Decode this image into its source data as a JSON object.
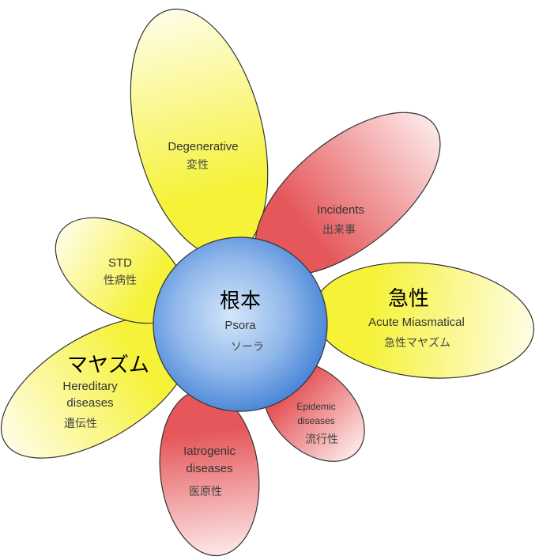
{
  "center": {
    "title_jp": "根本",
    "title_en": "Psora",
    "subtitle_jp": "ソーラ"
  },
  "petals": [
    {
      "id": "degenerative",
      "en": [
        "Degenerative"
      ],
      "jp": "変性",
      "color": "yellow"
    },
    {
      "id": "incidents",
      "en": [
        "Incidents"
      ],
      "jp": "出来事",
      "color": "red"
    },
    {
      "id": "acute",
      "heading_jp": "急性",
      "en": [
        "Acute Miasmatical"
      ],
      "jp": "急性マヤズム",
      "color": "yellow"
    },
    {
      "id": "epidemic",
      "en": [
        "Epidemic",
        "diseases"
      ],
      "jp": "流行性",
      "color": "red"
    },
    {
      "id": "iatrogenic",
      "en": [
        "Iatrogenic",
        "diseases"
      ],
      "jp": "医原性",
      "color": "red"
    },
    {
      "id": "hereditary",
      "heading_jp": "マヤズム",
      "en": [
        "Hereditary",
        "diseases"
      ],
      "jp": "遺伝性",
      "color": "yellow"
    },
    {
      "id": "std",
      "en": [
        "STD"
      ],
      "jp": "性病性",
      "color": "yellow"
    }
  ],
  "colors": {
    "yellow": "#f5f238",
    "yellow_light": "#fffde6",
    "red": "#e5575a",
    "red_light": "#fde8e8",
    "blue": "#3f7fd4",
    "blue_light": "#d4e6fa"
  }
}
